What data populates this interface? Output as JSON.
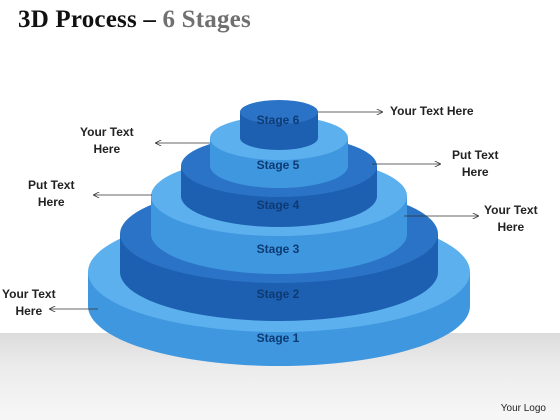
{
  "title": {
    "main": "3D Process – ",
    "sub": "6 Stages"
  },
  "stages": [
    "Stage 1",
    "Stage 2",
    "Stage 3",
    "Stage 4",
    "Stage 5",
    "Stage 6"
  ],
  "callouts": [
    "Your Text Here",
    "Your Text\nHere",
    "Put Text\nHere",
    "Put Text\nHere",
    "Your Text\nHere",
    "Your Text\nHere"
  ],
  "footer": "Your Logo",
  "colors": {
    "light_blue": "#3f97df",
    "light_blue_top": "#5cb0ee",
    "dark_blue": "#1d5fb0",
    "dark_blue_top": "#2a73c6",
    "label_text": "#0e3a73"
  }
}
